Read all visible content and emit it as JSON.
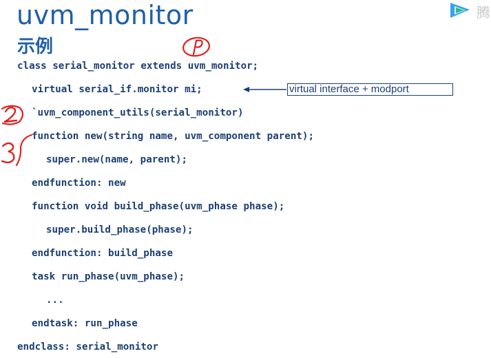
{
  "slide": {
    "title": "uvm_monitor",
    "subtitle": "示例",
    "code": [
      "class serial_monitor extends uvm_monitor;",
      "virtual serial_if.monitor mi;",
      "`uvm_component_utils(serial_monitor)",
      "function new(string name, uvm_component parent);",
      "super.new(name, parent);",
      "endfunction: new",
      "function void build_phase(uvm_phase phase);",
      "super.build_phase(phase);",
      "endfunction: build_phase",
      "task run_phase(uvm_phase);",
      "...",
      "endtask: run_phase",
      "endclass: serial_monitor"
    ],
    "callout": "virtual interface + modport",
    "logo_text": "腾"
  },
  "colors": {
    "title": "#1f5fa8",
    "code": "#1d3f73",
    "annotation": "#e02020"
  },
  "icons": {
    "logo": "tencent-video-logo-icon",
    "arrow": "left-arrow-icon"
  }
}
